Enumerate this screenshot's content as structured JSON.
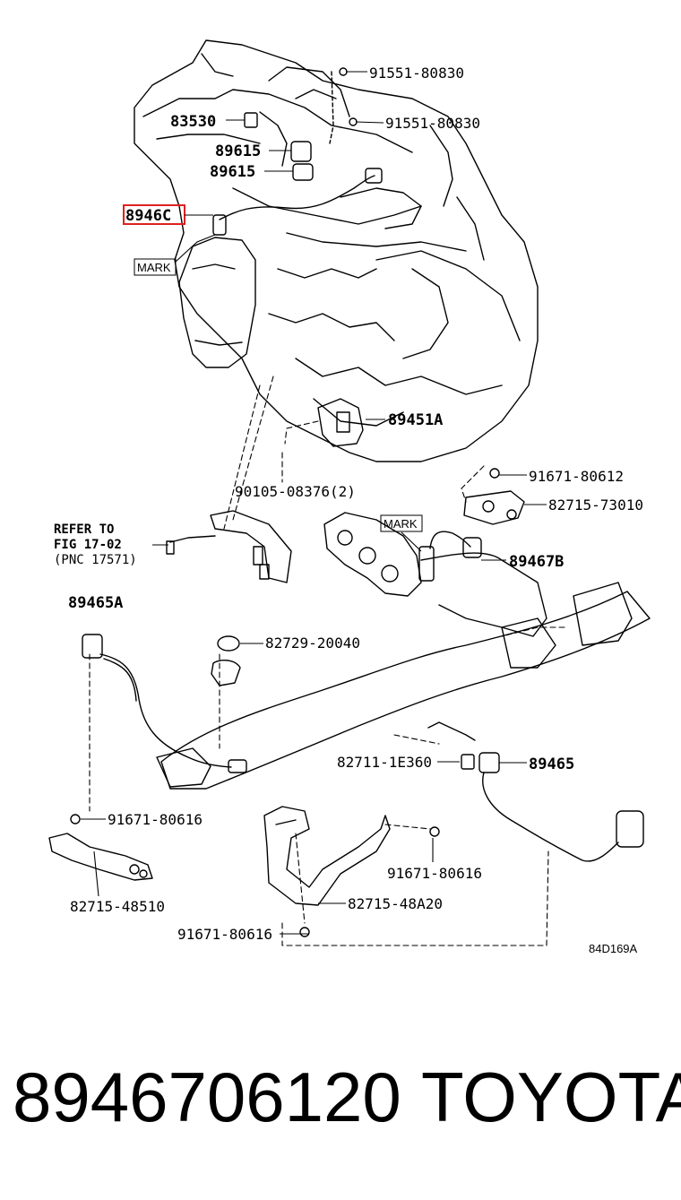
{
  "parts": {
    "p91551_a": "91551-80830",
    "p91551_b": "91551-80830",
    "p83530": "83530",
    "p89615_a": "89615",
    "p89615_b": "89615",
    "p8946C": "8946C",
    "mark_a": "MARK",
    "p89451A": "89451A",
    "p90105": "90105-08376(2)",
    "p91671_80612": "91671-80612",
    "p82715_73010": "82715-73010",
    "mark_b": "MARK",
    "p89467B": "89467B",
    "refer_line1": "REFER TO",
    "refer_line2": "FIG 17-02",
    "refer_line3": "(PNC 17571)",
    "p89465A": "89465A",
    "p82729": "82729-20040",
    "p82711": "82711-1E360",
    "p89465": "89465",
    "p91671_80616_a": "91671-80616",
    "p91671_80616_b": "91671-80616",
    "p91671_80616_c": "91671-80616",
    "p82715_48510": "82715-48510",
    "p82715_48A20": "82715-48A20",
    "code": "84D169A"
  },
  "footer": {
    "part_number": "8946706120",
    "brand": "TOYOTA"
  },
  "colors": {
    "highlight": "#e02020",
    "line": "#000000"
  }
}
